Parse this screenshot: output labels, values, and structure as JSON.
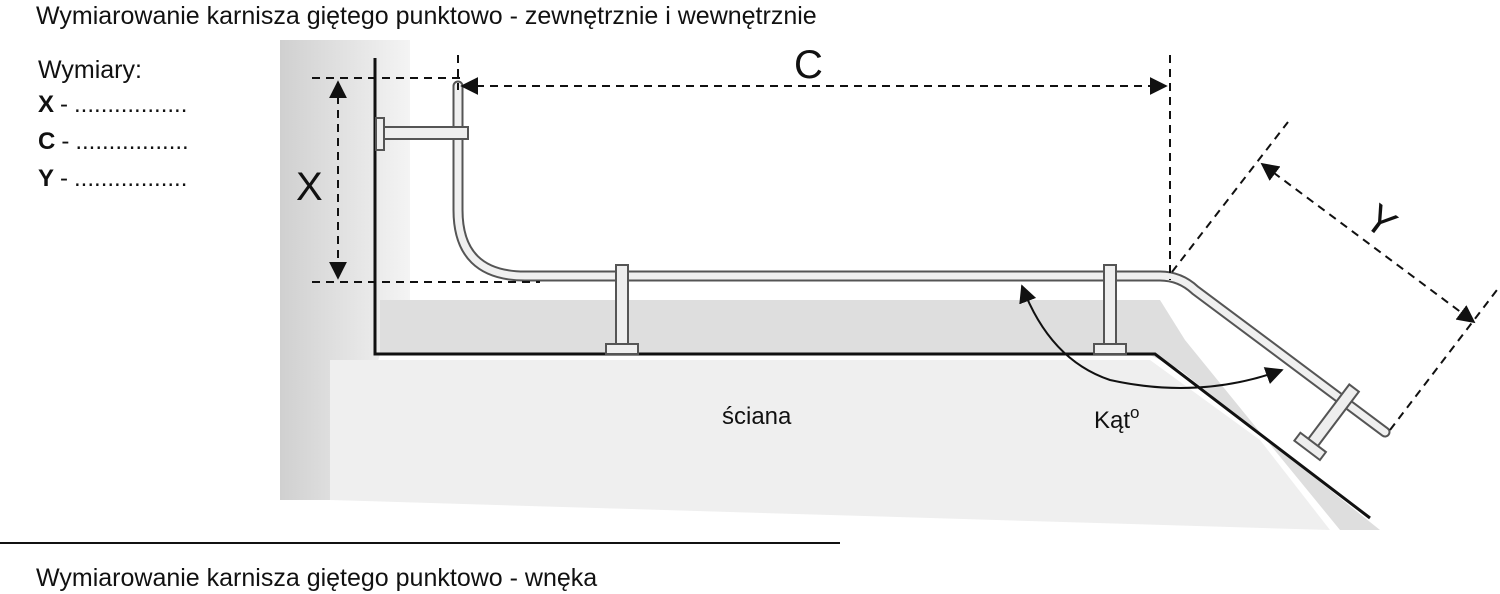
{
  "title_top": "Wymiarowanie karnisza giętego punktowo - zewnętrznie i wewnętrznie",
  "title_bottom": "Wymiarowanie karnisza giętego punktowo - wnęka",
  "legend": {
    "heading": "Wymiary:",
    "rows": [
      {
        "key": "X",
        "sep": "-",
        "dots": "................."
      },
      {
        "key": "C",
        "sep": "-",
        "dots": "................."
      },
      {
        "key": "Y",
        "sep": "-",
        "dots": "................."
      }
    ]
  },
  "diagram": {
    "labels": {
      "x": "X",
      "c": "C",
      "y": "Y",
      "wall": "ściana",
      "angle": "Kąt",
      "angle_symbol": "o"
    }
  },
  "colors": {
    "line": "#111111",
    "shadow": "#dcdcdc",
    "rod": "#f0f0f0",
    "rod_edge": "#555555"
  }
}
